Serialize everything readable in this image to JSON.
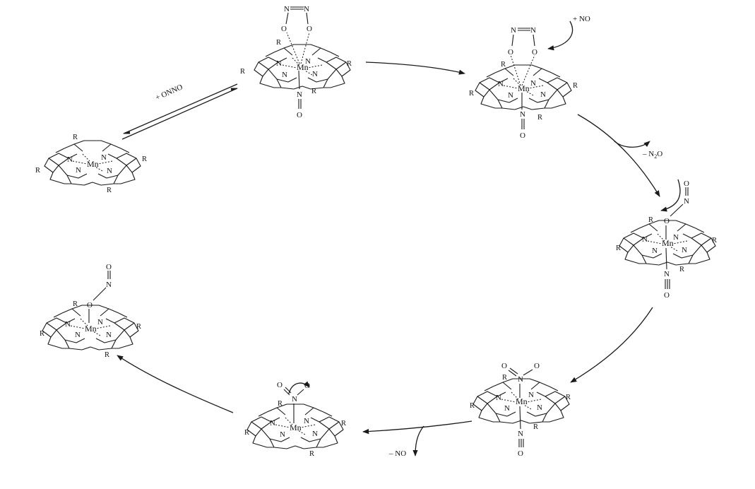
{
  "atoms": {
    "metal": "Mn",
    "nitrogen": "N",
    "oxygen": "O",
    "substituent": "R"
  },
  "labels": {
    "add_onno": "+ ONNO",
    "add_no": "+ NO",
    "minus_n2o_prefix": "– N",
    "minus_n2o_sub": "2",
    "minus_n2o_suffix": "O",
    "minus_no": "– NO"
  }
}
